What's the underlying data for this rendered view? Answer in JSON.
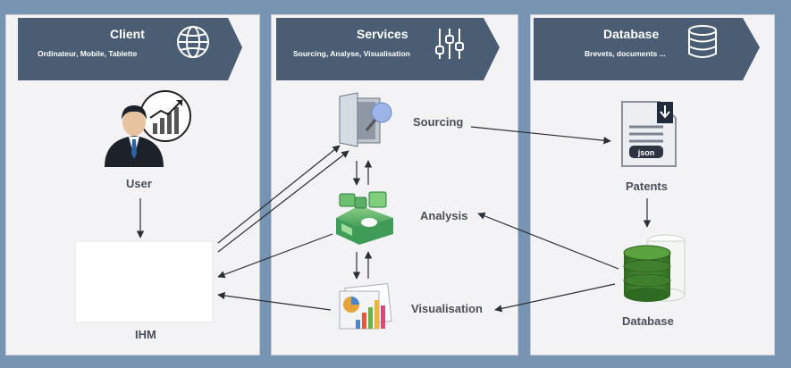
{
  "columns": [
    {
      "title": "Client",
      "subtitle": "Ordinateur, Mobile, Tablette",
      "icon": "globe-icon"
    },
    {
      "title": "Services",
      "subtitle": "Sourcing, Analyse, Visualisation",
      "icon": "sliders-icon"
    },
    {
      "title": "Database",
      "subtitle": "Brevets, documents ...",
      "icon": "database-icon"
    }
  ],
  "nodes": {
    "user": "User",
    "ihm": "IHM",
    "sourcing": "Sourcing",
    "analysis": "Analysis",
    "visualisation": "Visualisation",
    "patents": "Patents",
    "database": "Database"
  },
  "colors": {
    "header": "#4a5d72",
    "panel": "#f3f3f5",
    "background": "#7894b3",
    "arrow": "#2b2f36",
    "db_green": "#3a7a2c"
  }
}
